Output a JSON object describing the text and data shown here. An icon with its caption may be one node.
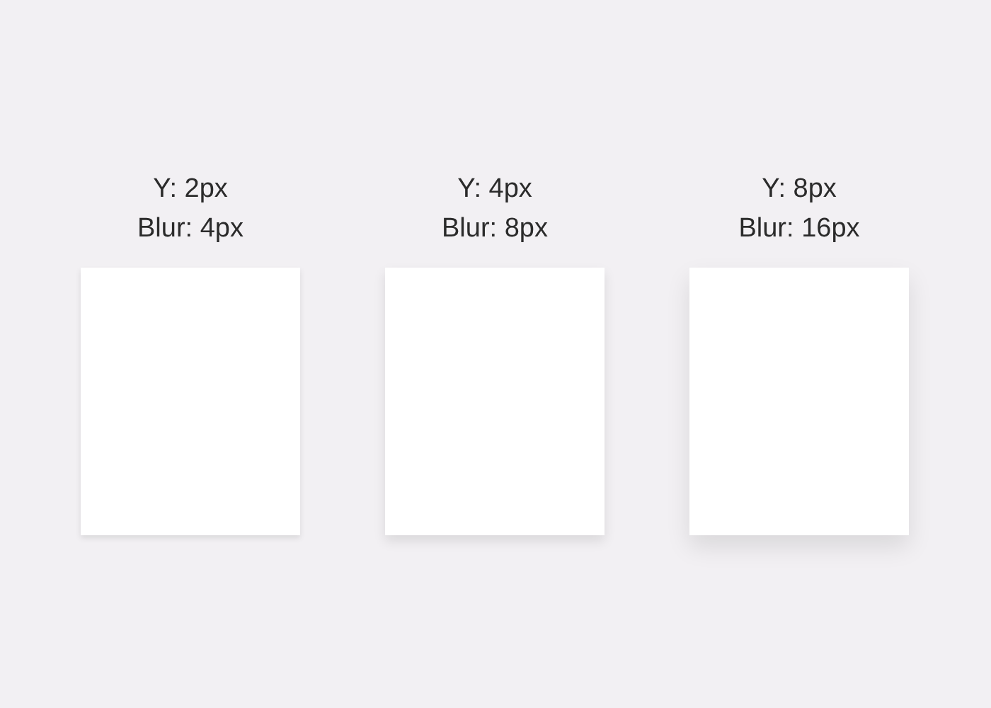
{
  "diagram": {
    "nodes": [
      {
        "text": [
          "Y: 2px",
          "Blur: 4px"
        ]
      },
      {
        "text": [
          "Y: 4px",
          "Blur: 8px"
        ]
      },
      {
        "text": [
          "Y: 8px",
          "Blur: 16px"
        ]
      }
    ]
  }
}
